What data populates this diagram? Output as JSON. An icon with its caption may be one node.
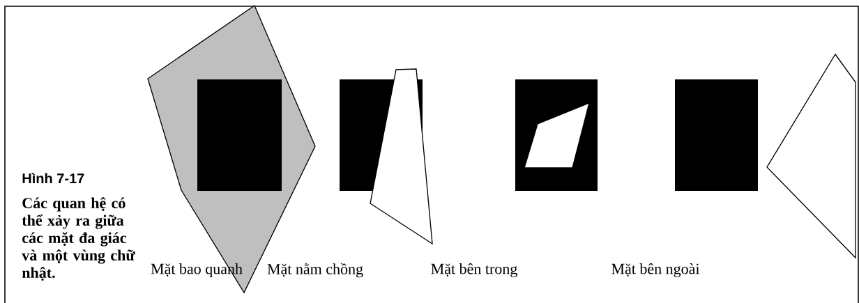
{
  "diagram": {
    "title": "Hình 7-17",
    "caption": "Các quan hệ có thể xảy ra giữa các mặt đa giác và một vùng chữ nhật.",
    "labels": [
      "Mặt bao quanh",
      "Mặt nằm chồng",
      "Mặt bên trong",
      "Mặt bên ngoài"
    ]
  }
}
